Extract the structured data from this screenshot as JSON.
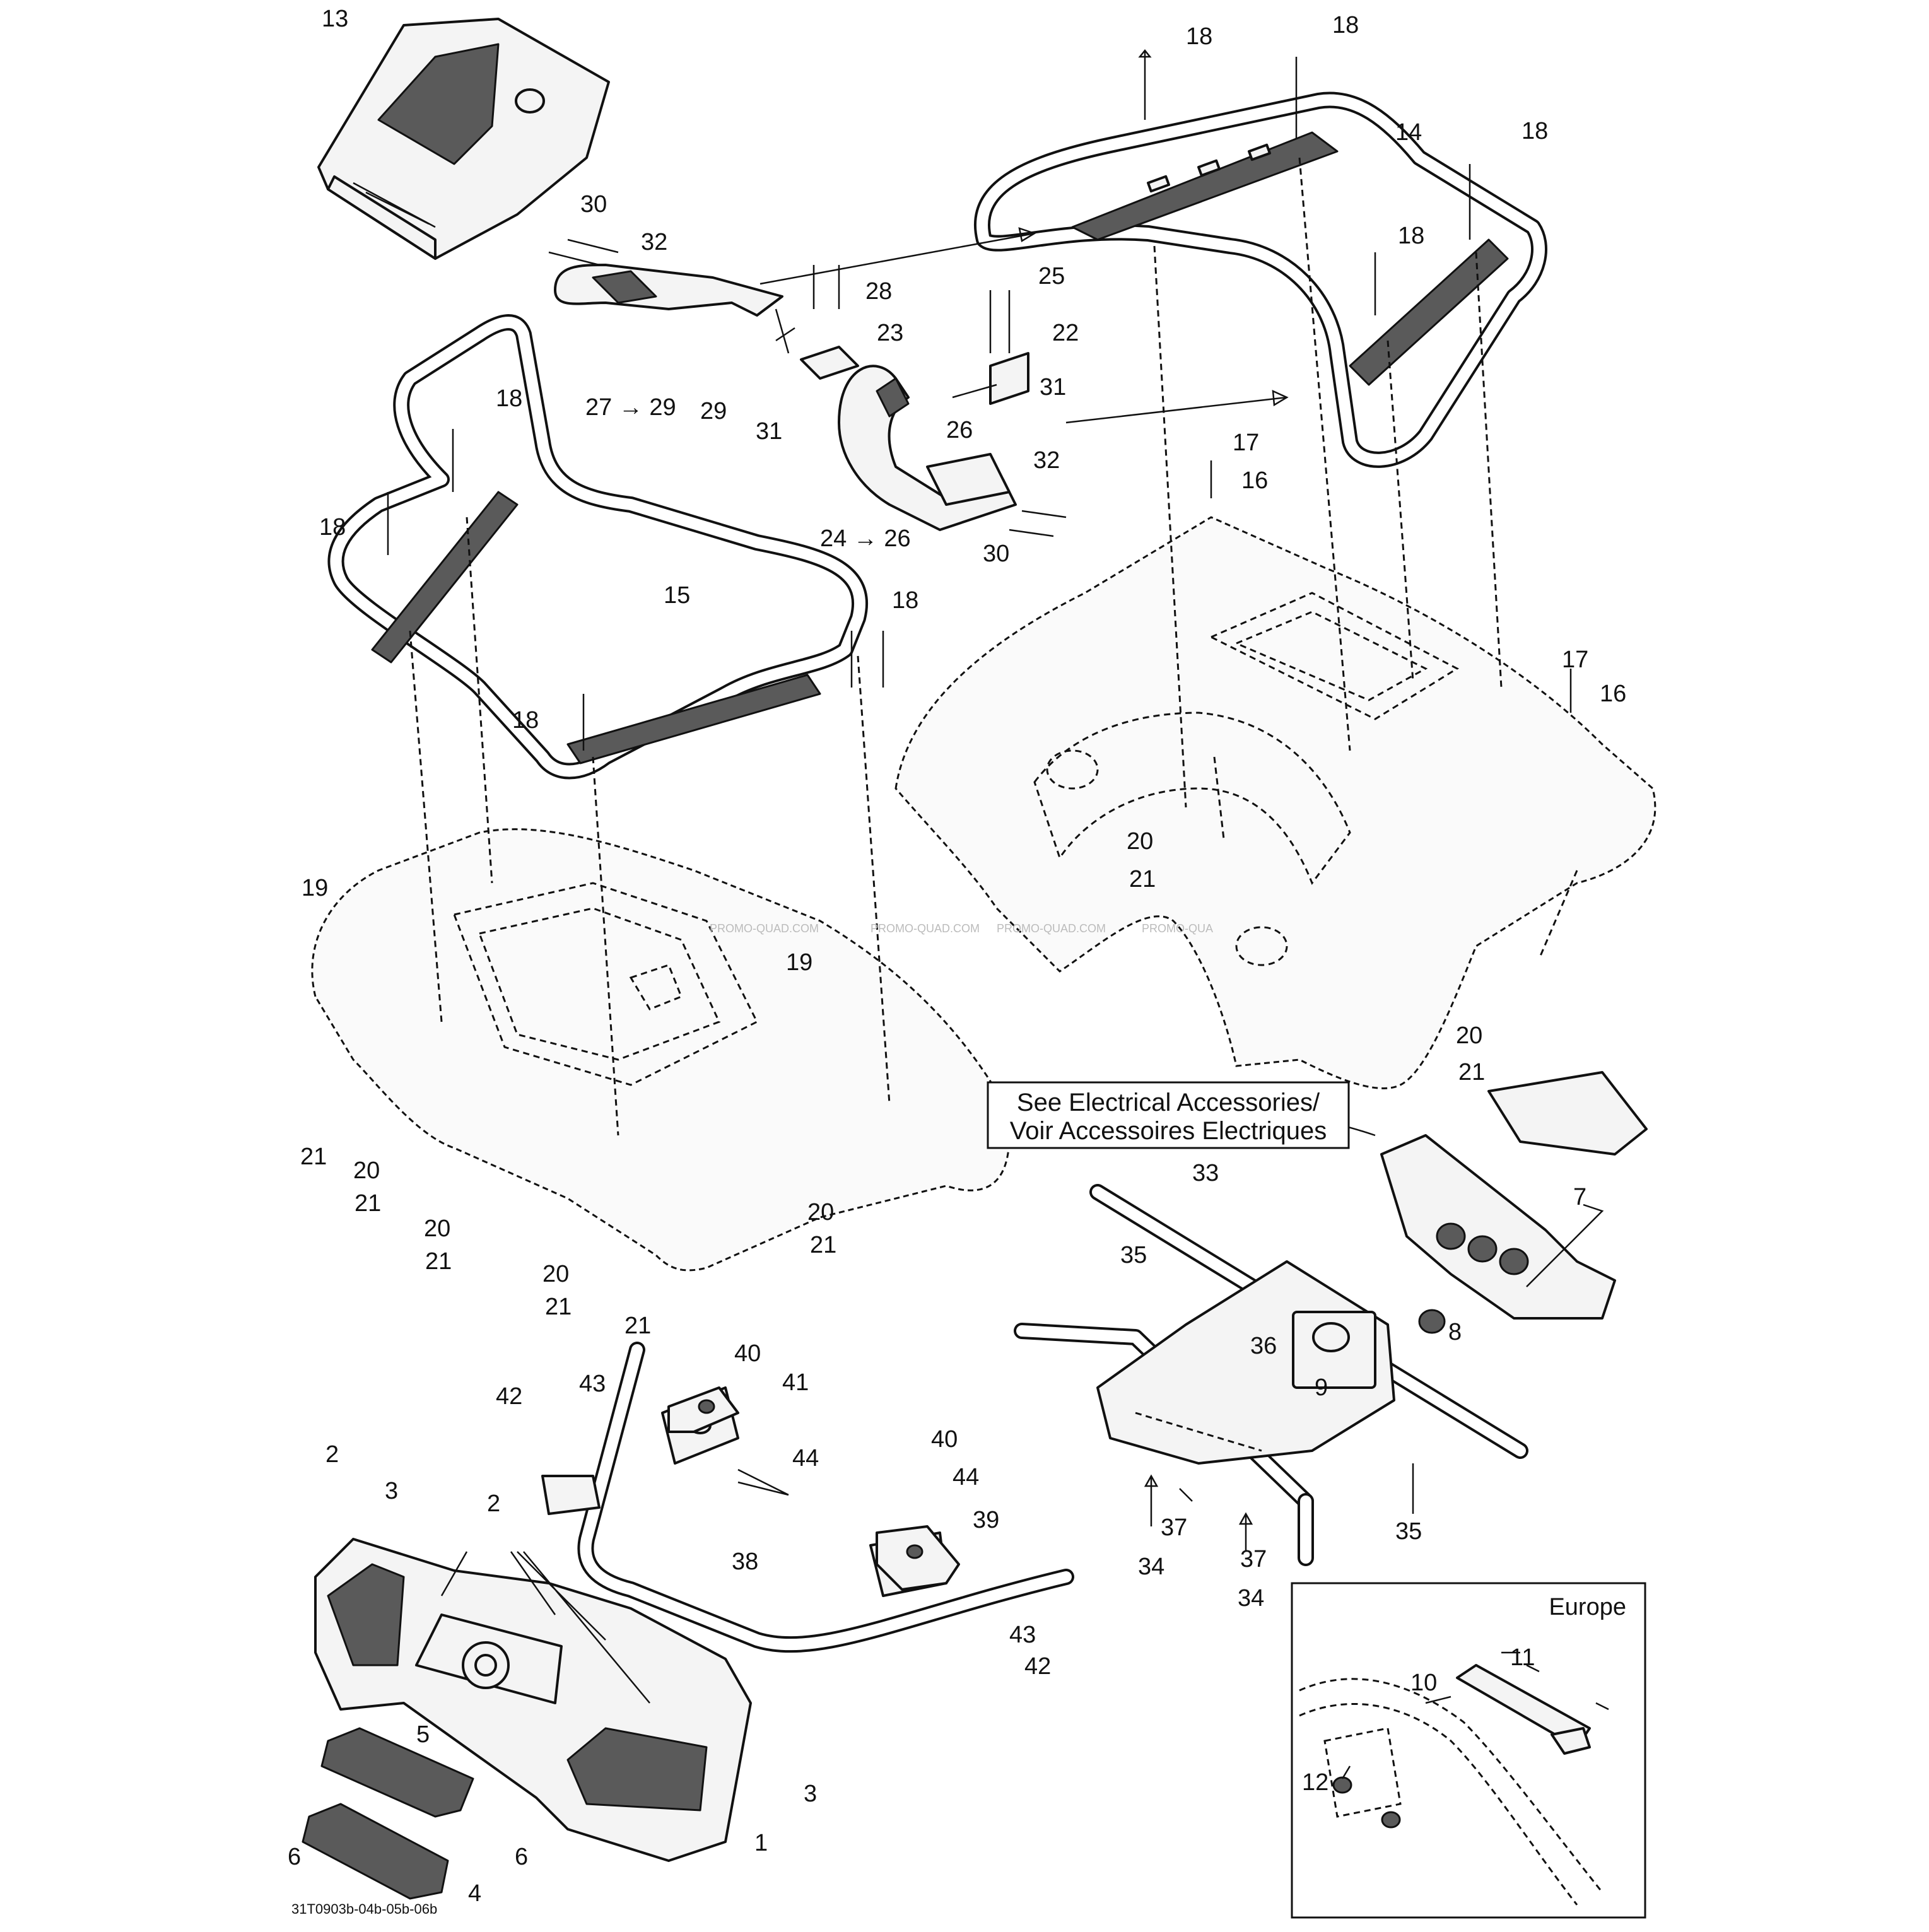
{
  "diagram": {
    "electrical_note": {
      "line1": "See Electrical Accessories/",
      "line2": "Voir Accessoires Electriques"
    },
    "inset_title": "Europe",
    "drawing_code": "31T0903b-04b-05b-06b",
    "watermark": [
      "PROMO-QUAD.COM",
      "PROMO-QUAD.COM",
      "PROMO-QUAD.COM",
      "PROMO-QUA"
    ],
    "callouts": [
      "13",
      "18",
      "18",
      "14",
      "18",
      "18",
      "30",
      "32",
      "28",
      "25",
      "23",
      "22",
      "27 → 29",
      "29",
      "31",
      "31",
      "26",
      "32",
      "24 → 26",
      "30",
      "17",
      "16",
      "18",
      "18",
      "15",
      "18",
      "18",
      "17",
      "16",
      "20",
      "21",
      "19",
      "19",
      "20",
      "21",
      "21",
      "20",
      "21",
      "20",
      "21",
      "20",
      "21",
      "20",
      "21",
      "21",
      "33",
      "7",
      "8",
      "35",
      "36",
      "9",
      "35",
      "37",
      "34",
      "37",
      "34",
      "40",
      "43",
      "41",
      "42",
      "44",
      "40",
      "44",
      "39",
      "38",
      "43",
      "42",
      "2",
      "3",
      "2",
      "5",
      "3",
      "6",
      "6",
      "1",
      "4",
      "11",
      "10",
      "12"
    ]
  }
}
